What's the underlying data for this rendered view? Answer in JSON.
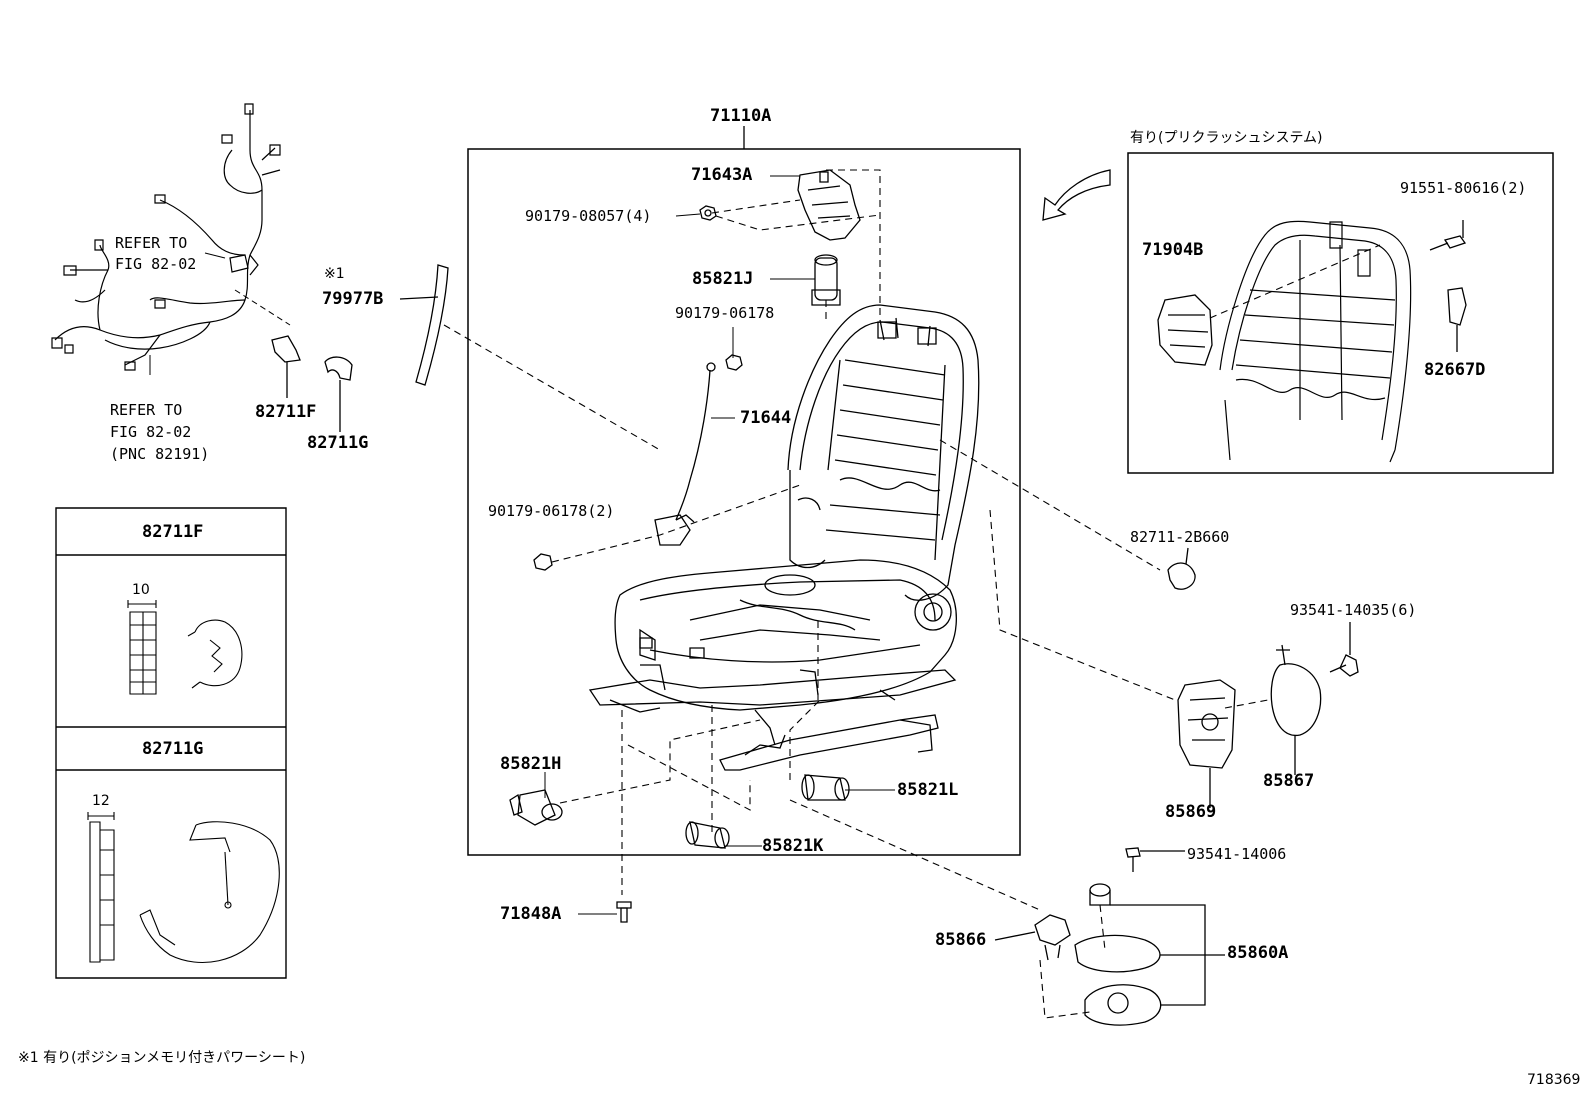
{
  "labels": {
    "p71110A": "71110A",
    "p71643A": "71643A",
    "p90179_08057": "90179-08057(4)",
    "p85821J": "85821J",
    "p90179_06178": "90179-06178",
    "p71644": "71644",
    "p90179_06178_2": "90179-06178(2)",
    "p85821H": "85821H",
    "p85821L": "85821L",
    "p85821K": "85821K",
    "p71848A": "71848A",
    "p79977B": "79977B",
    "mark1": "※1",
    "p82711F": "82711F",
    "p82711G": "82711G",
    "refer1a": "REFER TO",
    "refer1b": "FIG 82-02",
    "refer2a": "REFER TO",
    "refer2b": "FIG 82-02",
    "refer2c": "(PNC 82191)",
    "box_f_title": "82711F",
    "box_f_dim": "10",
    "box_g_title": "82711G",
    "box_g_dim": "12",
    "inset_title": "有り(プリクラッシュシステム)",
    "p91551": "91551-80616(2)",
    "p71904B": "71904B",
    "p82667D": "82667D",
    "p82711_2B660": "82711-2B660",
    "p93541_14035": "93541-14035(6)",
    "p85869": "85869",
    "p85867": "85867",
    "p93541_14006": "93541-14006",
    "p85866": "85866",
    "p85860A": "85860A",
    "footnote": "※1 有り(ポジションメモリ付きパワーシート)",
    "fig_id": "718369"
  }
}
